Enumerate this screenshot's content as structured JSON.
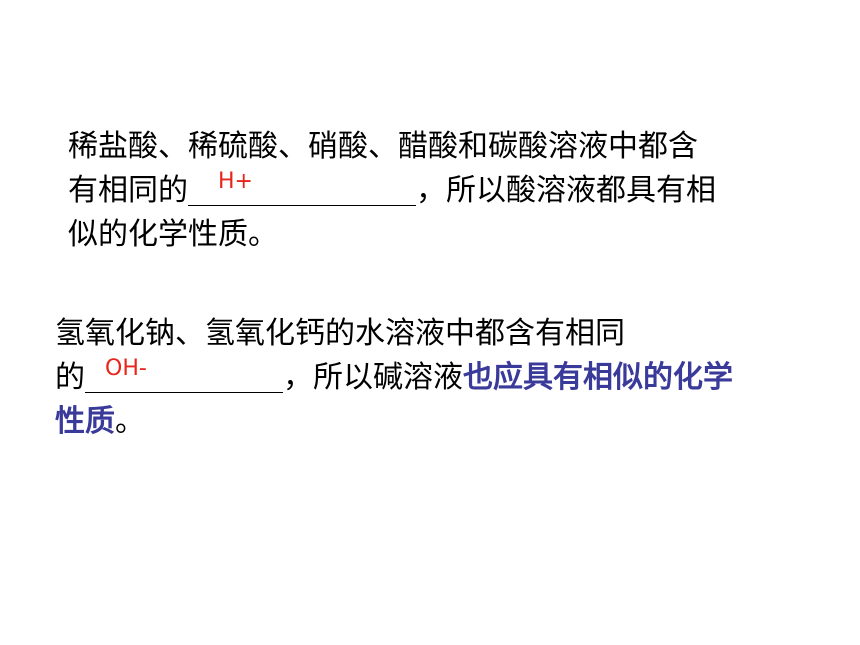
{
  "paragraph1": {
    "line1": "稀盐酸、稀硫酸、硝酸、醋酸和碳酸溶液中都含",
    "line2_before": "有相同的",
    "answer": "H+",
    "line2_after": "，所以酸溶液都具有相",
    "line3": "似的化学性质。"
  },
  "paragraph2": {
    "line1": "氢氧化钠、氢氧化钙的水溶液中都含有相同",
    "line2_before": "的",
    "answer": "OH-",
    "line2_after": "，所以碱溶液",
    "emphasis_line2": "也应具有相似的化学",
    "emphasis_line3": "性质",
    "line3_end": "。"
  },
  "colors": {
    "text": "#000000",
    "answer": "#e8241c",
    "emphasis": "#3a3a9a",
    "background": "#ffffff"
  }
}
